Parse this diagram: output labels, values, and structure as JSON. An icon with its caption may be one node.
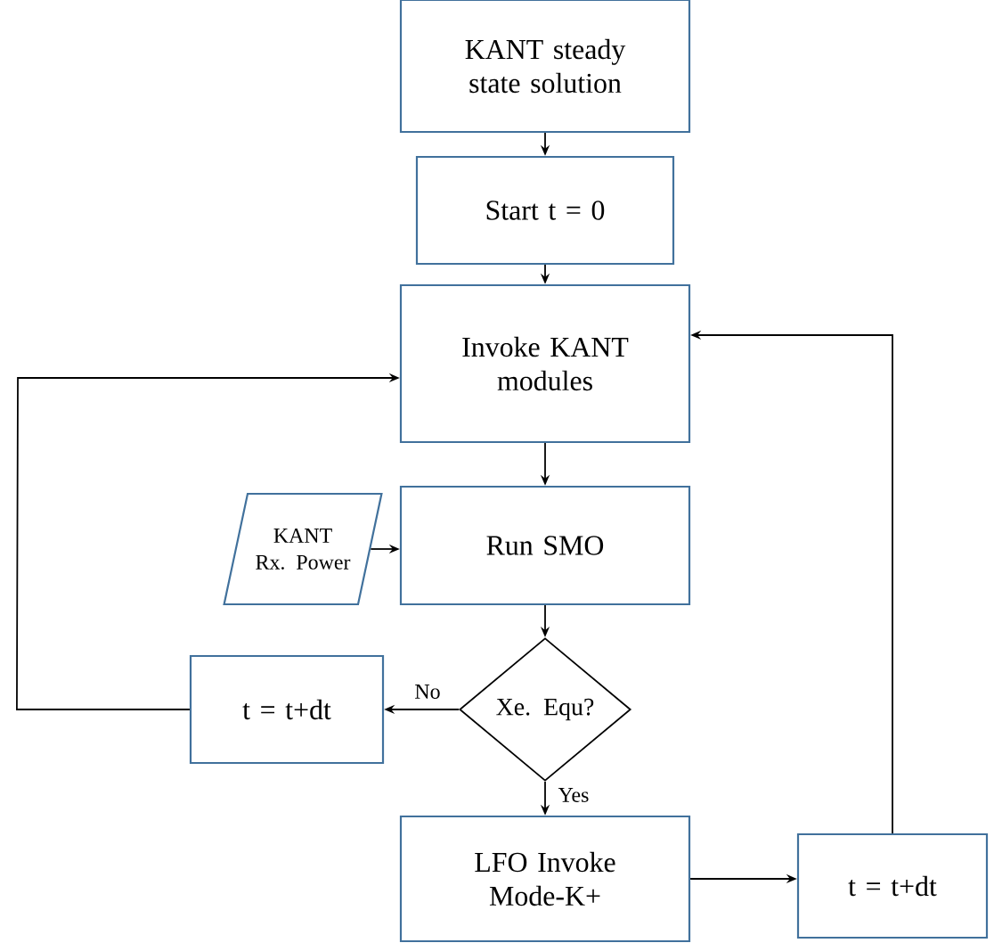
{
  "diagram": {
    "nodes": [
      {
        "text": [
          "KANT steady state solution"
        ]
      },
      {
        "text": [
          "Start t = 0"
        ]
      },
      {
        "text": [
          "Invoke KANT modules"
        ]
      },
      {
        "text": [
          "KANT Rx. Power"
        ]
      },
      {
        "text": [
          "Run SMO"
        ]
      },
      {
        "text": [
          "Xe. Equ?"
        ]
      },
      {
        "text": [
          "t = t+dt"
        ]
      },
      {
        "text": [
          "LFO Invoke Mode-K+"
        ]
      },
      {
        "text": [
          "t = t+dt"
        ]
      }
    ],
    "edges": [
      {
        "from": 0,
        "to": 1,
        "arrow": "to"
      },
      {
        "from": 1,
        "to": 2,
        "arrow": "to"
      },
      {
        "from": 2,
        "to": 4,
        "arrow": "to"
      },
      {
        "from": 3,
        "to": 4,
        "arrow": "to"
      },
      {
        "from": 4,
        "to": 5,
        "arrow": "to"
      },
      {
        "from": 5,
        "to": 6,
        "arrow": "to",
        "label": "No"
      },
      {
        "from": 5,
        "to": 7,
        "arrow": "to",
        "label": "Yes"
      },
      {
        "from": 6,
        "to": 2,
        "arrow": "to"
      },
      {
        "from": 7,
        "to": 8,
        "arrow": "to"
      },
      {
        "from": 8,
        "to": 2,
        "arrow": "to"
      }
    ]
  }
}
